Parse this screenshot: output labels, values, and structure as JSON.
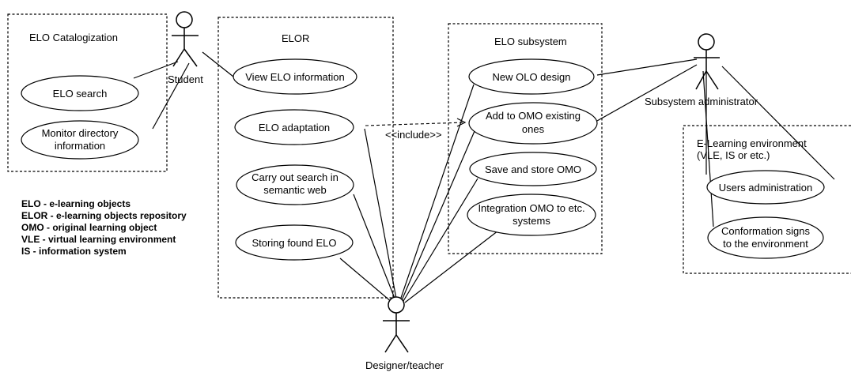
{
  "systems": {
    "catalog_title": "ELO Catalogization",
    "elor_title": "ELOR",
    "subsystem_title": "ELO subsystem",
    "elearning_title_line1": "E-Learning environment",
    "elearning_title_line2": "(VLE, IS or etc.)"
  },
  "actors": {
    "student": "Student",
    "admin": "Subsystem administrator",
    "designer": "Designer/teacher"
  },
  "use_cases": {
    "elo_search": "ELO search",
    "monitor_line1": "Monitor directory",
    "monitor_line2": "information",
    "view_elo": "View ELO information",
    "elo_adaptation": "ELO adaptation",
    "search_line1": "Carry out search in",
    "search_line2": "semantic web",
    "storing_elo": "Storing found ELO",
    "new_olo": "New OLO design",
    "add_omo_line1": "Add to OMO existing",
    "add_omo_line2": "ones",
    "save_omo": "Save and store OMO",
    "integration_line1": "Integration OMO to etc.",
    "integration_line2": "systems",
    "users_admin": "Users administration",
    "conformation_line1": "Conformation signs",
    "conformation_line2": "to the environment"
  },
  "include_label": "<<include>>",
  "legend": [
    "ELO - e-learning objects",
    "ELOR - e-learning objects repository",
    "OMO - original learning object",
    "VLE - virtual learning environment",
    "IS - information system"
  ]
}
